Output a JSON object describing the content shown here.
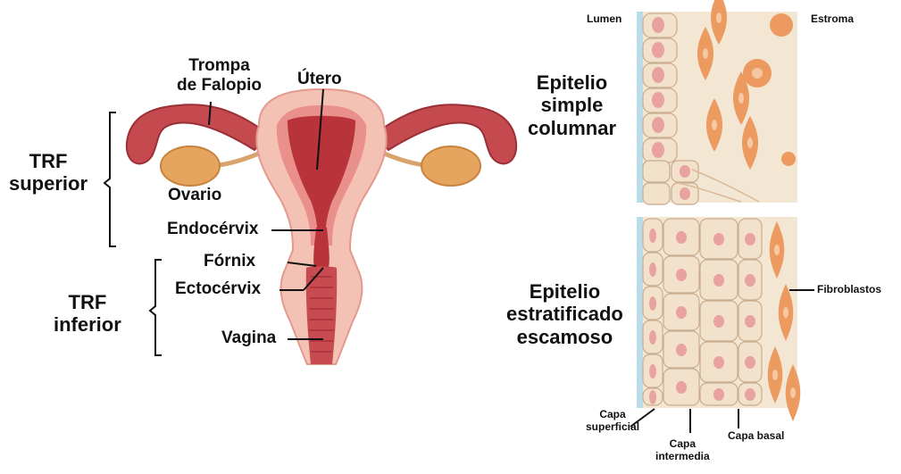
{
  "anatomy": {
    "labels": {
      "trompa_line1": "Trompa",
      "trompa_line2": "de Falopio",
      "utero": "Útero",
      "ovario": "Ovario",
      "endocervix": "Endocérvix",
      "fornix": "Fórnix",
      "ectocervix": "Ectocérvix",
      "vagina": "Vagina"
    },
    "groups": {
      "upper_line1": "TRF",
      "upper_line2": "superior",
      "lower_line1": "TRF",
      "lower_line2": "inferior"
    }
  },
  "histology": {
    "lumen": "Lumen",
    "estroma": "Estroma",
    "simple_line1": "Epitelio",
    "simple_line2": "simple",
    "simple_line3": "columnar",
    "strat_line1": "Epitelio",
    "strat_line2": "estratificado",
    "strat_line3": "escamoso",
    "fibroblastos": "Fibroblastos",
    "capa_superficial_line1": "Capa",
    "capa_superficial_line2": "superficial",
    "capa_intermedia_line1": "Capa",
    "capa_intermedia_line2": "intermedia",
    "capa_basal": "Capa basal"
  },
  "colors": {
    "tissue_pink": "#f4c2b4",
    "uterus_dark": "#b8333a",
    "uterus_mid": "#e9908c",
    "ovary": "#e5a55e",
    "stroma_bg": "#f3e6d3",
    "cell_fill": "#f2e2cc",
    "nucleus": "#e8a2a0",
    "fibroblast": "#ec9a5f",
    "lumen_blue": "#b9dceb"
  }
}
